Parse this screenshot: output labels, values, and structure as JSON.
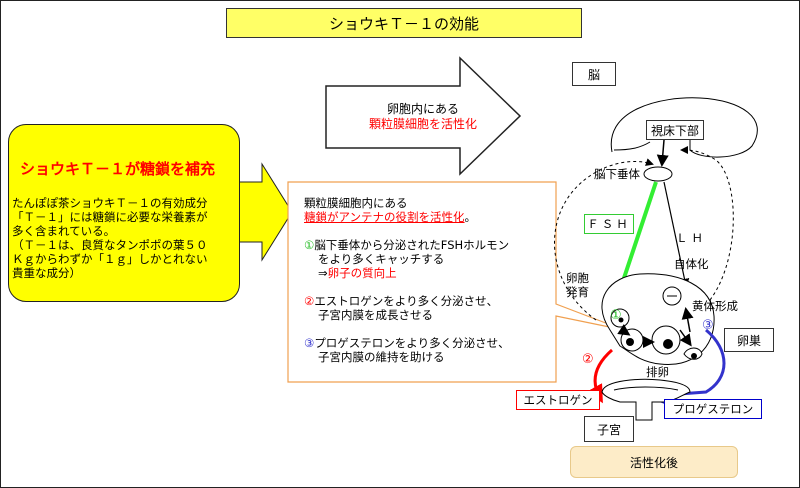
{
  "title": "ショウキＴ－１の効能",
  "left_panel": {
    "heading": "ショウキＴ－１が糖鎖を補充",
    "body": "たんぽぽ茶ショウキＴ－１の有効成分\n「Ｔ－１」には糖鎖に必要な栄養素が\n多く含まれている。\n（Ｔ－１は、良質なタンポポの葉５０\nＫｇからわずか「１ｇ」しかとれない\n貴重な成分）"
  },
  "top_arrow": {
    "line1": "卵胞内にある",
    "line2": "顆粒膜細胞を活性化"
  },
  "callout": {
    "intro1": "顆粒膜細胞内にある",
    "intro2": "糖鎖がアンテナの役割を活性化",
    "intro2_suffix": "。",
    "point1_num": "①",
    "point1_line1": "脳下垂体から分泌されたFSHホルモン",
    "point1_line2": "をより多くキャッチする",
    "point1_arrow": "⇒",
    "point1_result": "卵子の質向上",
    "point2_num": "②",
    "point2_line1": "エストロゲンをより多く分泌させ、",
    "point2_line2": "子宮内膜を成長させる",
    "point3_num": "③",
    "point3_line1": "プロゲステロンをより多く分泌させ、",
    "point3_line2": "子宮内膜の維持を助ける"
  },
  "diagram": {
    "brain": "脳",
    "hypothalamus": "視床下部",
    "pituitary": "脳下垂体",
    "fsh": "ＦＳＨ",
    "lh": "ＬＨ",
    "follicle_growth_1": "卵胞",
    "follicle_growth_2": "発育",
    "atrophy": "自体化",
    "corpus_luteum": "黄体形成",
    "ovary": "卵巣",
    "ovulation": "排卵",
    "estrogen": "エストロゲン",
    "progesterone": "プロゲステロン",
    "uterus": "子宮",
    "marker1": "①",
    "marker2": "②",
    "marker3": "③"
  },
  "after_label": "活性化後",
  "colors": {
    "yellow": "#ffff00",
    "title_bg": "#ffff66",
    "red": "#ff0000",
    "green": "#33ee33",
    "blue": "#3333cc",
    "callout_border": "#f0a050",
    "after_bg": "#fdecc8"
  }
}
